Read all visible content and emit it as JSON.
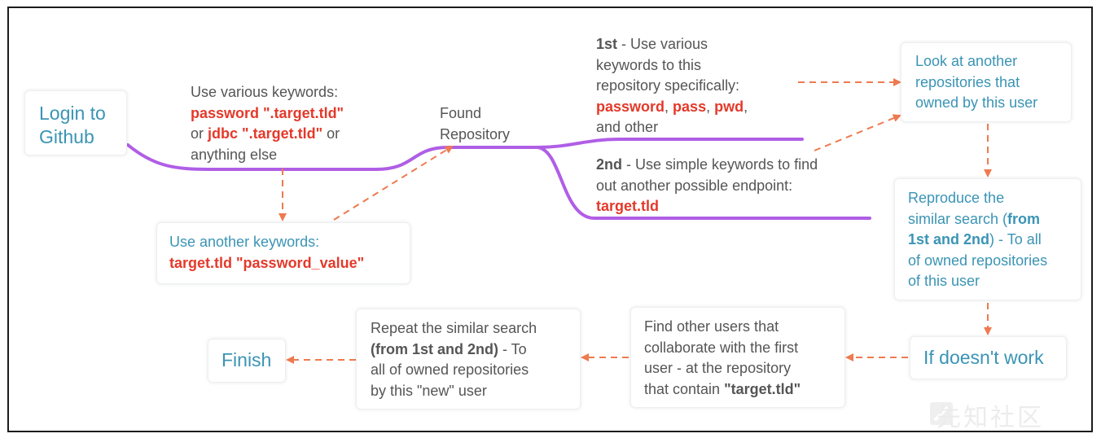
{
  "login": {
    "line1": "Login to",
    "line2": "Github"
  },
  "search1": {
    "line1": "Use various keywords:",
    "kw1": "password \".target.tld\"",
    "or1": "or",
    "kw2": "jdbc \".target.tld\"",
    "or2": " or",
    "line4": "anything else"
  },
  "another": {
    "line1": "Use another keywords:",
    "line2": "target.tld \"password_value\""
  },
  "found": {
    "line1": "Found",
    "line2": "Repository"
  },
  "first": {
    "prefix": "1st",
    "line1_rest": " - Use various",
    "line2": "keywords to this",
    "line3": "repository specifically:",
    "kw1": "password",
    "comma1": ", ",
    "kw2": "pass",
    "comma2": ", ",
    "kw3": "pwd",
    "comma3": ",",
    "line5": "and other"
  },
  "second": {
    "prefix": "2nd",
    "line1_rest": " - Use simple keywords to find",
    "line2": "out another possible endpoint:",
    "kw": "target.tld"
  },
  "look": {
    "line1": "Look at another",
    "line2": "repositories that",
    "line3": "owned by this user"
  },
  "reproduce": {
    "line1": "Reproduce the",
    "line2": "similar search (",
    "line2_bold": "from",
    "line3_bold": "1st and 2nd",
    "line3_rest": ") - To all",
    "line4": "of owned repositories",
    "line5": "of this user"
  },
  "doesnt": {
    "label": "If doesn't work"
  },
  "findother": {
    "line1": "Find other users that",
    "line2": "collaborate with the first",
    "line3": "user - at the repository",
    "line4_pre": "that contain ",
    "line4_bold": "\"target.tld\""
  },
  "repeat": {
    "line1": "Repeat the similar search",
    "line2_bold": "(from 1st and 2nd)",
    "line2_rest": " - To",
    "line3": "all of owned repositories",
    "line4": "by this \"new\" user"
  },
  "finish": {
    "label": "Finish"
  },
  "watermark": {
    "text": "先知社区"
  },
  "colors": {
    "path": "#b05ee6",
    "arrow": "#ef7a4f",
    "teal": "#3a94b5",
    "red": "#e4392a",
    "gray": "#555555"
  }
}
